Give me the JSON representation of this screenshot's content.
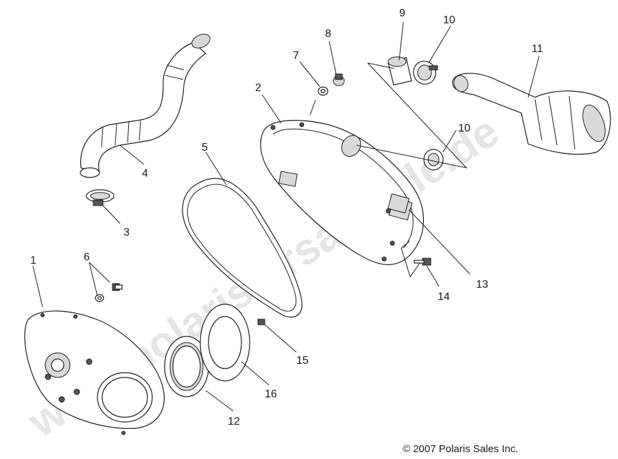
{
  "watermark": "www.polaris-ersatzteile.de",
  "copyright": "© 2007 Polaris Sales Inc.",
  "callouts": {
    "c1": "1",
    "c2": "2",
    "c3": "3",
    "c4": "4",
    "c5": "5",
    "c6": "6",
    "c7": "7",
    "c8": "8",
    "c9": "9",
    "c10a": "10",
    "c10b": "10",
    "c11": "11",
    "c12": "12",
    "c13": "13",
    "c14": "14",
    "c15": "15",
    "c16": "16"
  }
}
